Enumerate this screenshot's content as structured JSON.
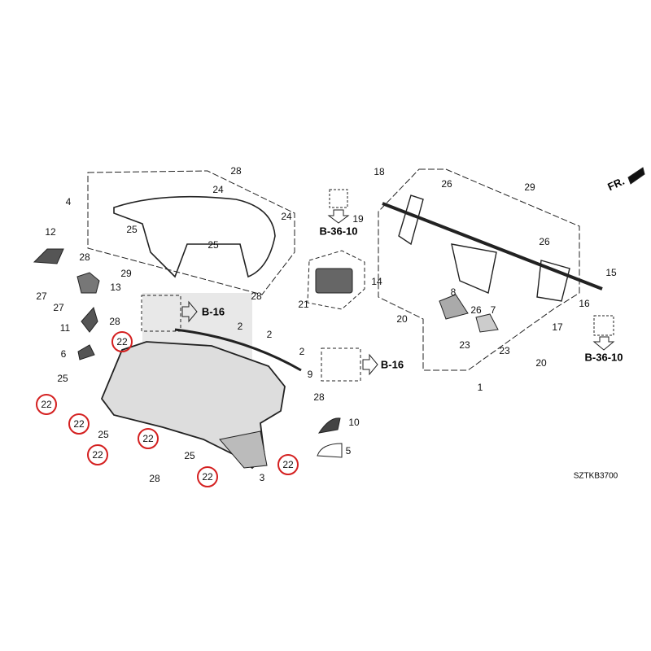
{
  "diagram": {
    "code": "SZTKB3700",
    "front_indicator": "FR.",
    "refs": {
      "b16": "B-16",
      "b3610": "B-36-10"
    },
    "callouts": [
      "28",
      "24",
      "4",
      "24",
      "12",
      "25",
      "25",
      "28",
      "29",
      "13",
      "27",
      "27",
      "28",
      "28",
      "2",
      "2",
      "11",
      "22",
      "6",
      "2",
      "9",
      "25",
      "22",
      "28",
      "22",
      "25",
      "22",
      "22",
      "25",
      "28",
      "22",
      "3",
      "22",
      "10",
      "5",
      "18",
      "26",
      "29",
      "19",
      "14",
      "21",
      "26",
      "15",
      "8",
      "26",
      "7",
      "20",
      "16",
      "17",
      "23",
      "23",
      "20",
      "1"
    ],
    "highlight_color": "#d42020"
  }
}
